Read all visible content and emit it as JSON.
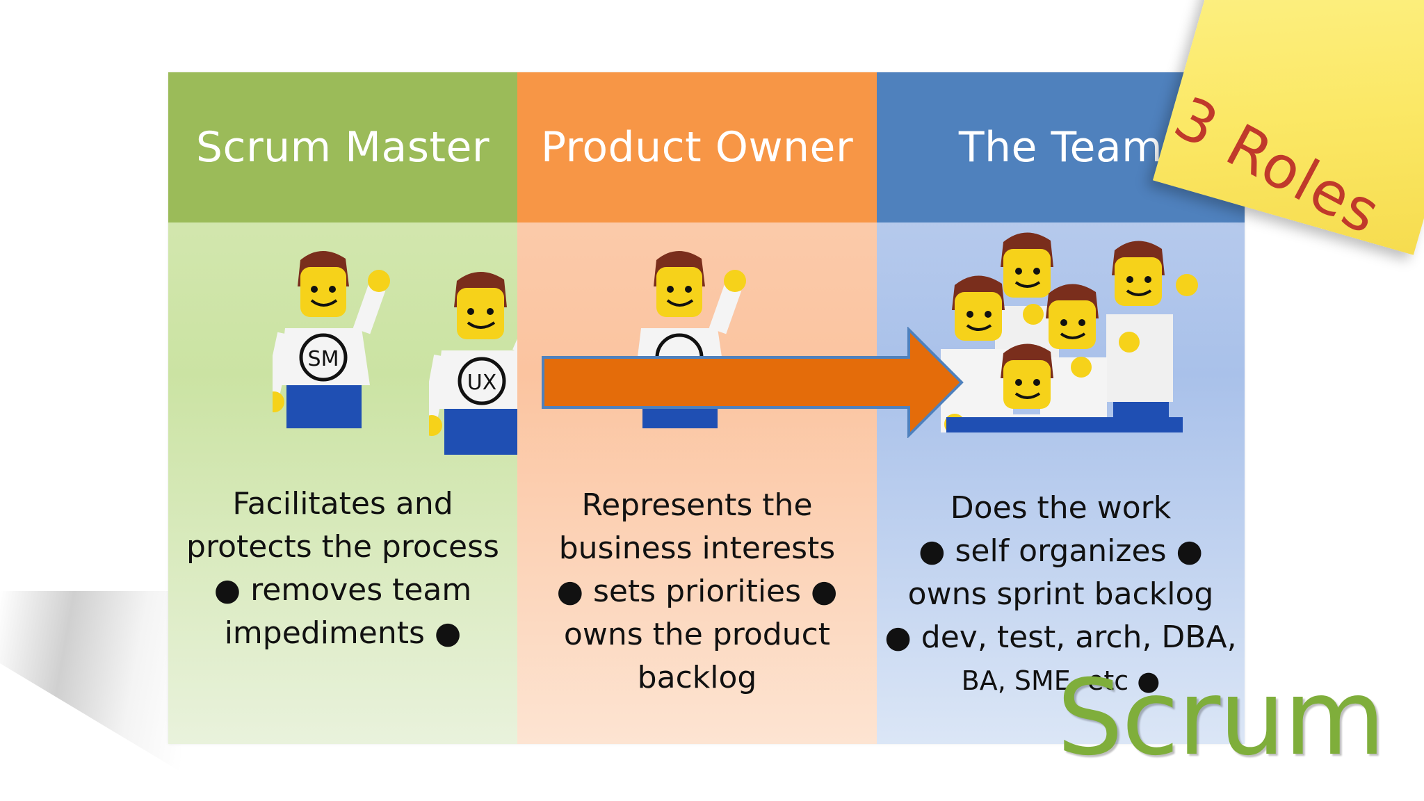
{
  "roles": [
    {
      "title": "Scrum Master",
      "lines": [
        "Facilitates and",
        "protects the process",
        "● removes team",
        "impediments ●"
      ]
    },
    {
      "title": "Product Owner",
      "lines": [
        "Represents the",
        "business interests",
        "● sets priorities ●",
        "owns the product",
        "backlog"
      ]
    },
    {
      "title": "The Team",
      "lines": [
        "Does the work",
        "● self organizes ●",
        "owns sprint backlog",
        "● dev, test, arch, DBA,",
        "BA, SME, etc ●"
      ]
    }
  ],
  "badges": {
    "sm": "SM",
    "ux": "UX"
  },
  "sticky_note": "3 Roles",
  "brand": "Scrum",
  "colors": {
    "green": "#9bbb59",
    "orange": "#f79646",
    "blue": "#4f81bd",
    "arrow": "#e46c0a",
    "note_text": "#c0392b",
    "brand": "#7fae3b"
  }
}
